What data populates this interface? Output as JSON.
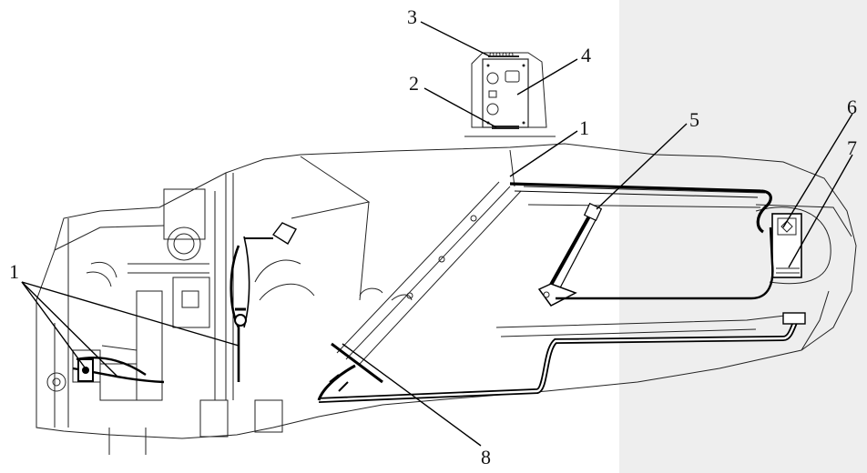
{
  "callouts": {
    "c1a": "1",
    "c1b": "1",
    "c2": "2",
    "c3": "3",
    "c4": "4",
    "c5": "5",
    "c6": "6",
    "c7": "7",
    "c8": "8"
  }
}
